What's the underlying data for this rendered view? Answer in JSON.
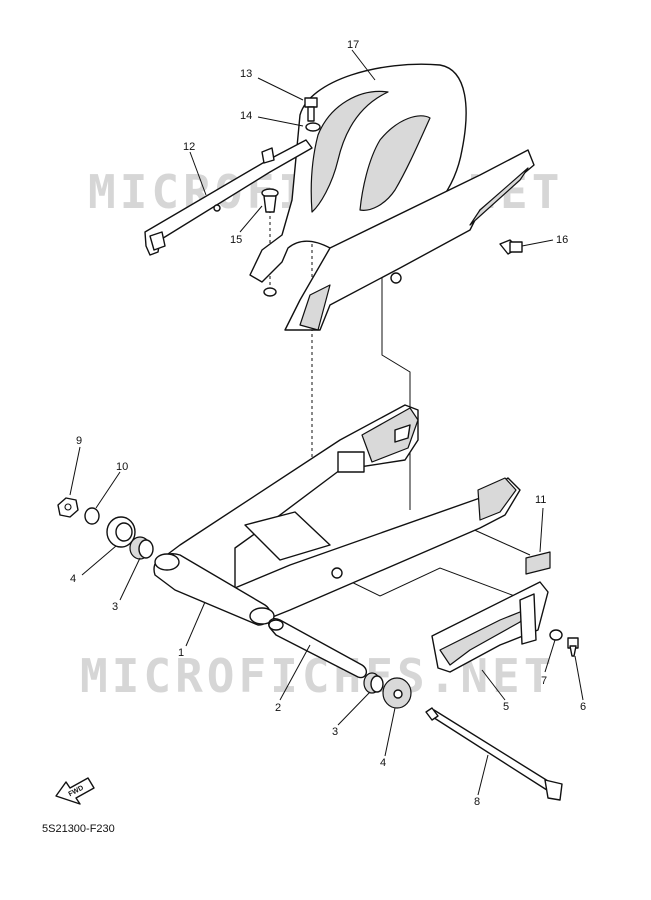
{
  "diagram": {
    "watermark_text": "MICROFICHES.NET",
    "drawing_code": "5S21300-F230",
    "fwd_label": "FWD",
    "callouts": [
      {
        "id": "1",
        "label": "1"
      },
      {
        "id": "2",
        "label": "2"
      },
      {
        "id": "3a",
        "label": "3"
      },
      {
        "id": "3b",
        "label": "3"
      },
      {
        "id": "4a",
        "label": "4"
      },
      {
        "id": "4b",
        "label": "4"
      },
      {
        "id": "5",
        "label": "5"
      },
      {
        "id": "6",
        "label": "6"
      },
      {
        "id": "7",
        "label": "7"
      },
      {
        "id": "8",
        "label": "8"
      },
      {
        "id": "9",
        "label": "9"
      },
      {
        "id": "10",
        "label": "10"
      },
      {
        "id": "11",
        "label": "11"
      },
      {
        "id": "12",
        "label": "12"
      },
      {
        "id": "13",
        "label": "13"
      },
      {
        "id": "14",
        "label": "14"
      },
      {
        "id": "15",
        "label": "15"
      },
      {
        "id": "16",
        "label": "16"
      },
      {
        "id": "17",
        "label": "17"
      }
    ]
  }
}
